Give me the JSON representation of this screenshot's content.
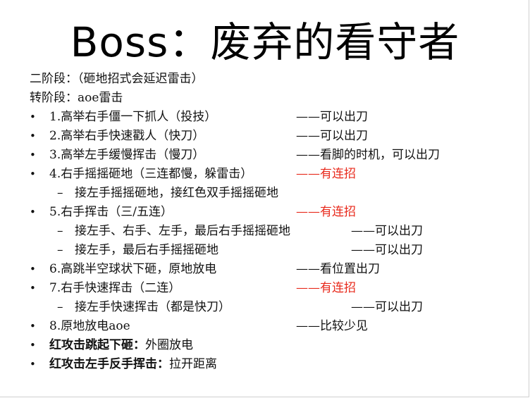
{
  "title": "Boss：废弃的看守者",
  "phase_lines": [
    "二阶段：（砸地招式会延迟雷击）",
    "转阶段：aoe雷击"
  ],
  "bullet_symbol": "•",
  "dash_symbol": "–",
  "items": [
    {
      "text": "1.高举右手僵一下抓人（投技）",
      "note": "——可以出刀"
    },
    {
      "text": "2.高举右手快速戳人（快刀）",
      "note": "——可以出刀"
    },
    {
      "text": "3.高举左手缓慢挥击（慢刀）",
      "note": "——看脚的时机，可以出刀"
    },
    {
      "text": "4.右手摇摇砸地（三连都慢，躲雷击）",
      "note": "——有连招",
      "note_color": "#e8291b"
    },
    {
      "sub_text": "接左手摇摇砸地，接红色双手摇摇砸地"
    },
    {
      "text": "5.右手挥击（三/五连）",
      "note": "——有连招",
      "note_color": "#e8291b"
    },
    {
      "sub_text": "接左手、右手、左手，最后右手摇摇砸地",
      "sub_note": "——可以出刀"
    },
    {
      "sub_text": "接左手，最后右手摇摇砸地",
      "sub_note": "——可以出刀"
    },
    {
      "text": "6.高跳半空球状下砸，原地放电",
      "note": "——看位置出刀"
    },
    {
      "text": "7.右手快速挥击（二连）",
      "note": "——有连招",
      "note_color": "#e8291b"
    },
    {
      "sub_text": "接左手快速挥击（都是快刀）",
      "sub_note": "——可以出刀"
    },
    {
      "text": "8.原地放电aoe",
      "note": "——比较少见"
    },
    {
      "bold": "红攻击跳起下砸：",
      "text": "外圈放电"
    },
    {
      "bold": "红攻击左手反手挥击：",
      "text": "拉开距离"
    }
  ]
}
